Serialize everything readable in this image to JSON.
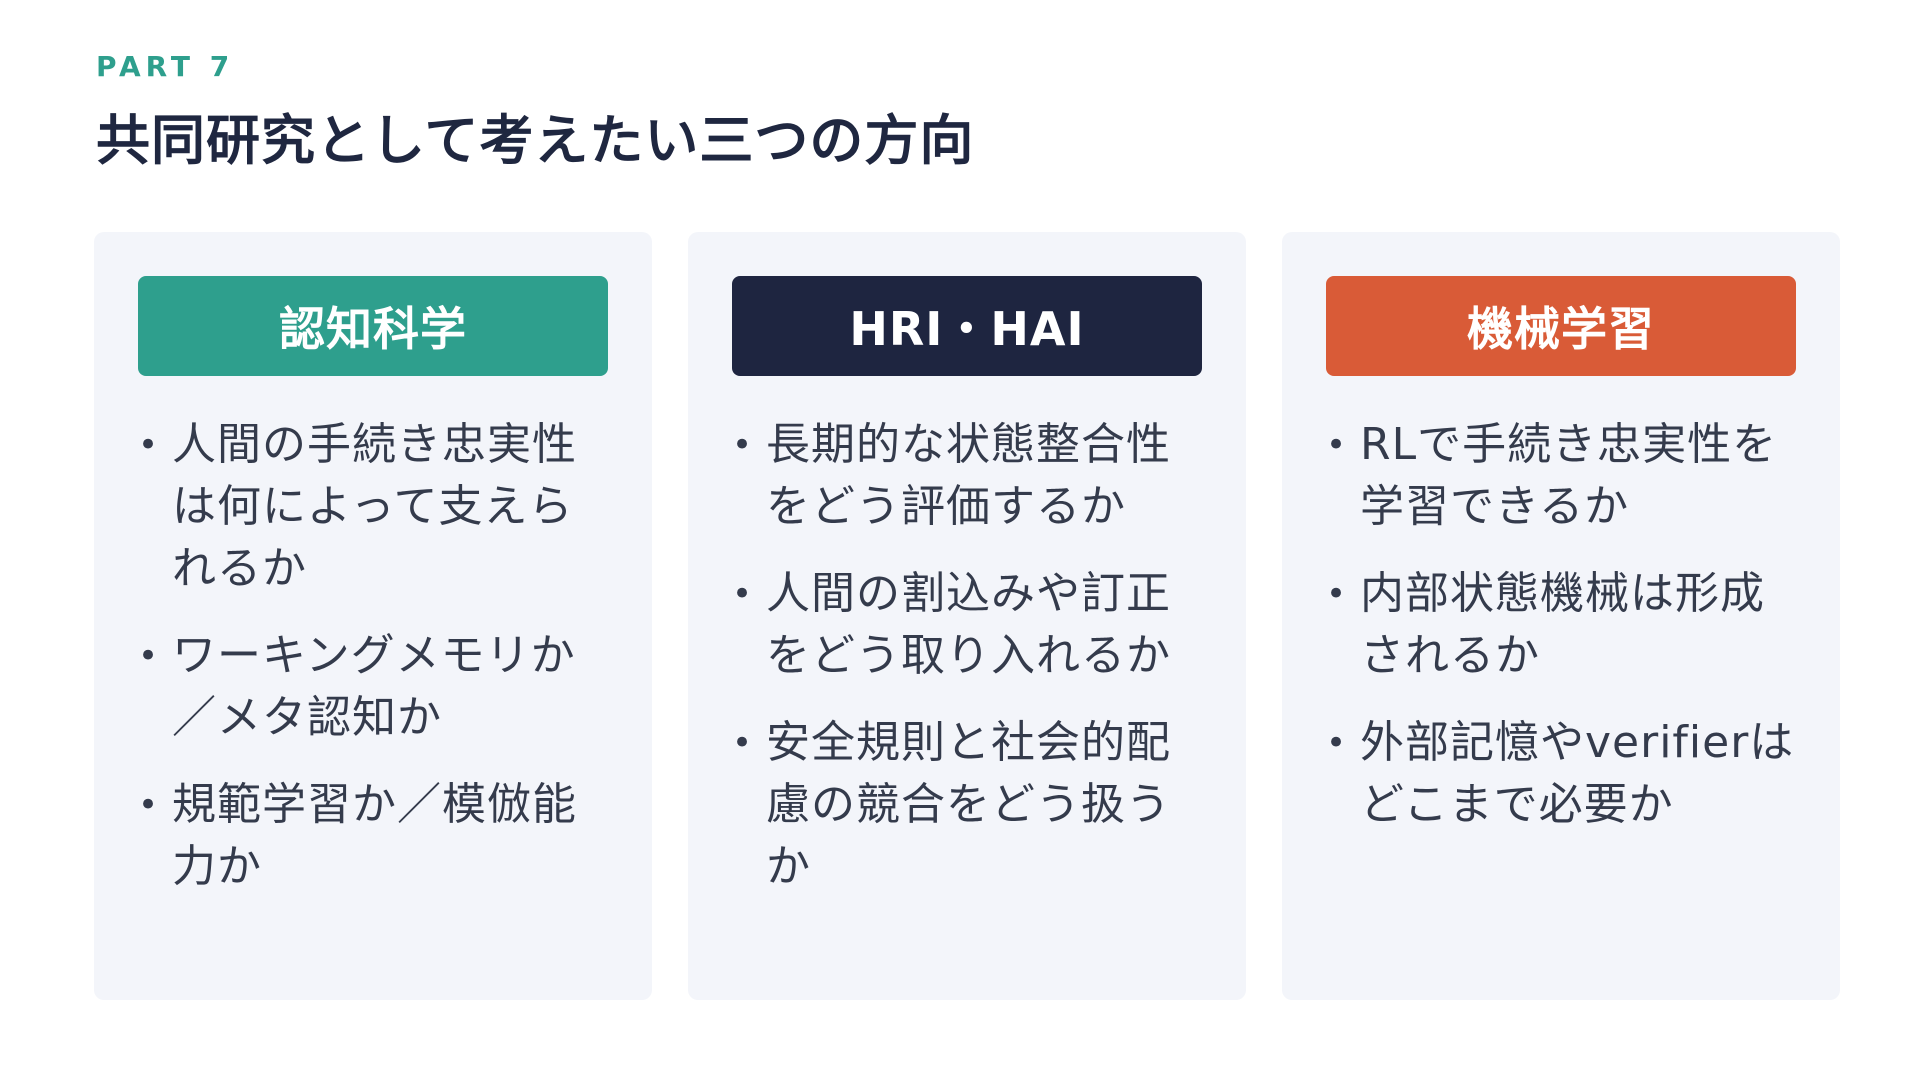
{
  "header": {
    "eyebrow": "PART 7",
    "title": "共同研究として考えたい三つの方向"
  },
  "colors": {
    "accent_teal": "#2e9f8d",
    "navy": "#1e2540",
    "orange": "#d95b37",
    "card_bg": "#f3f5fa"
  },
  "columns": [
    {
      "label": "認知科学",
      "color": "#2e9f8d",
      "items": [
        "人間の手続き忠実性は何によって支えられるか",
        "ワーキングメモリか／メタ認知か",
        "規範学習か／模倣能力か"
      ]
    },
    {
      "label": "HRI・HAI",
      "color": "#1e2540",
      "items": [
        "長期的な状態整合性をどう評価するか",
        "人間の割込みや訂正をどう取り入れるか",
        "安全規則と社会的配慮の競合をどう扱うか"
      ]
    },
    {
      "label": "機械学習",
      "color": "#d95b37",
      "items": [
        "RLで手続き忠実性を学習できるか",
        "内部状態機械は形成されるか",
        "外部記憶やverifierはどこまで必要か"
      ]
    }
  ]
}
